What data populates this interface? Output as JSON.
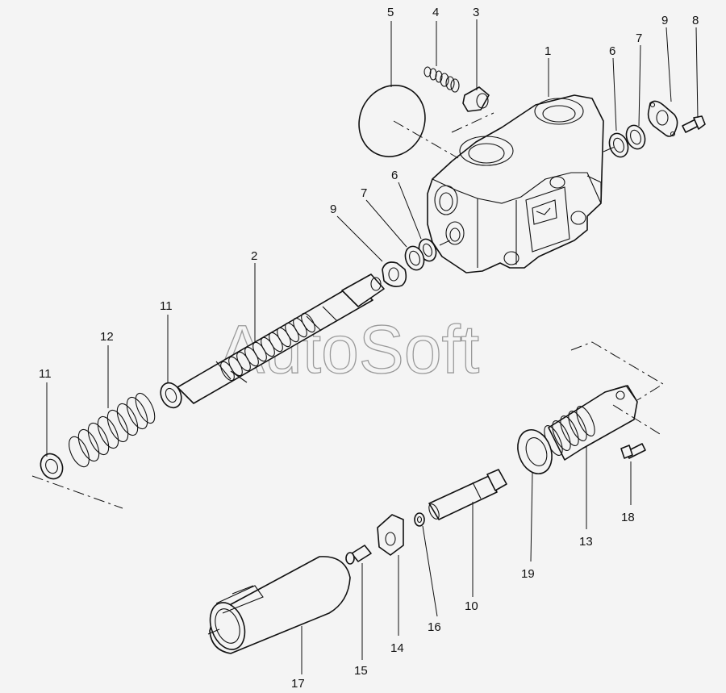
{
  "watermark": "AutoSoft",
  "callouts": {
    "c1": "1",
    "c2": "2",
    "c3": "3",
    "c4": "4",
    "c5": "5",
    "c6a": "6",
    "c6b": "6",
    "c7a": "7",
    "c7b": "7",
    "c8": "8",
    "c9a": "9",
    "c9b": "9",
    "c10": "10",
    "c11a": "11",
    "c11b": "11",
    "c12": "12",
    "c13": "13",
    "c14": "14",
    "c15": "15",
    "c16": "16",
    "c17": "17",
    "c18": "18",
    "c19": "19"
  }
}
